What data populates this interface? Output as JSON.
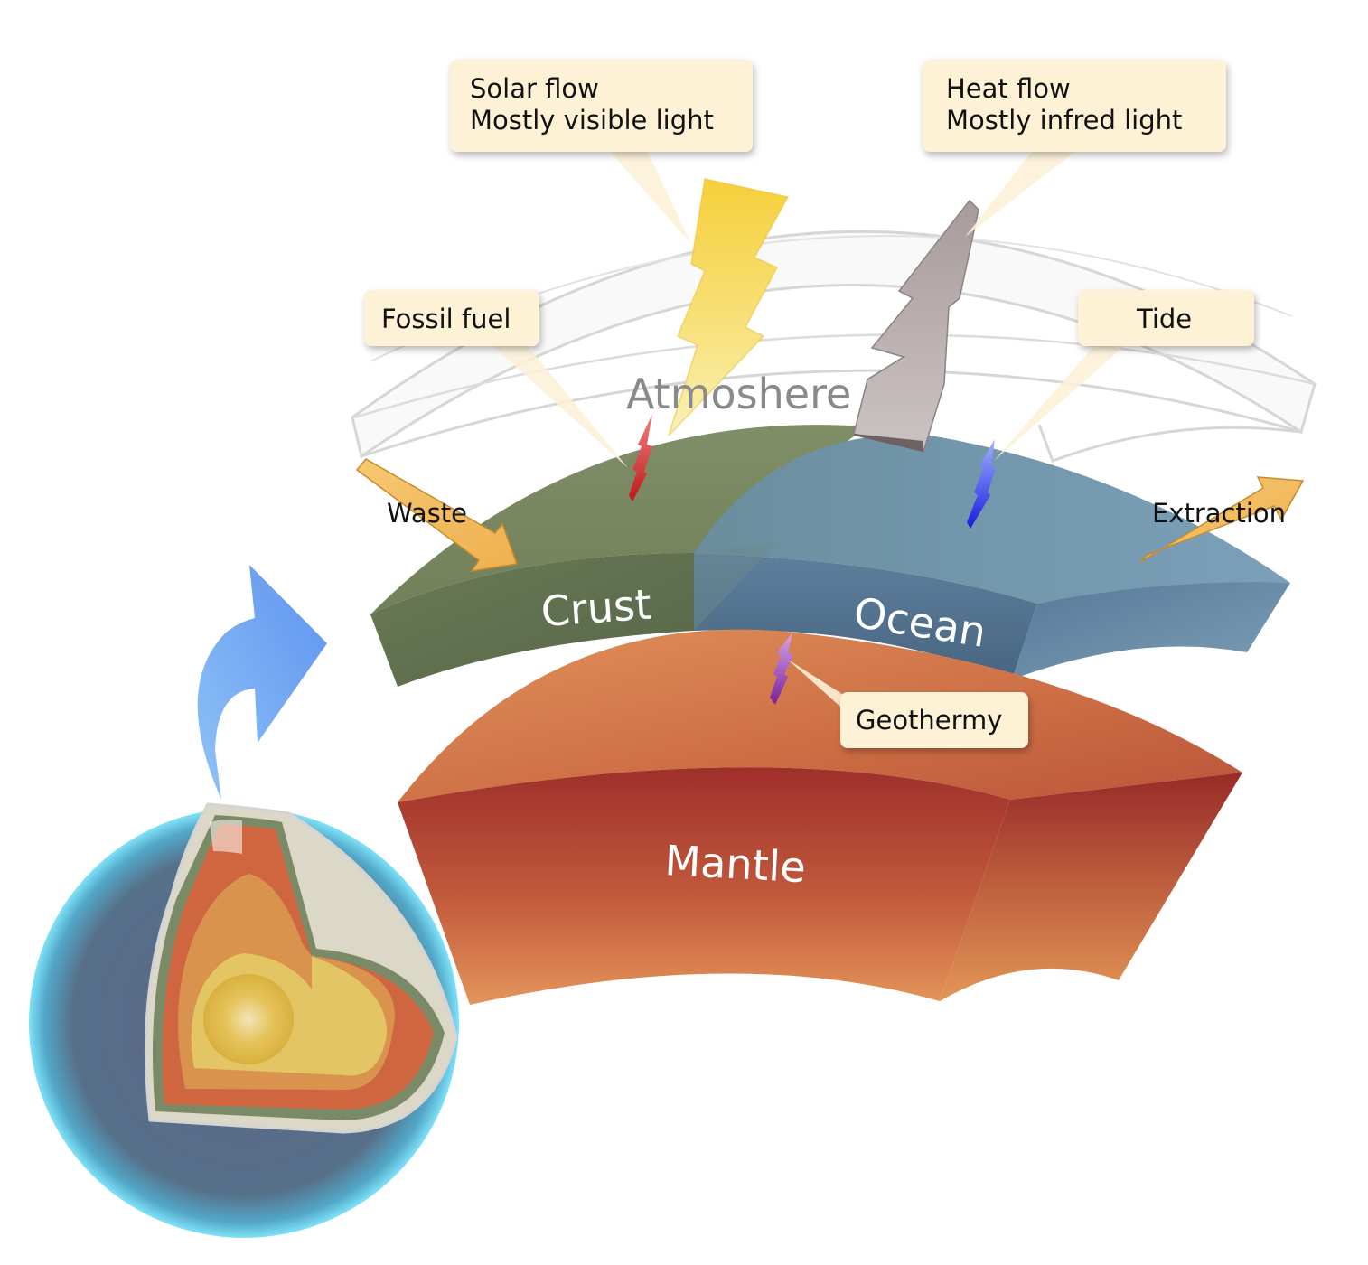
{
  "layers": {
    "atmosphere": "Atmoshere",
    "crust": "Crust",
    "ocean": "Ocean",
    "mantle": "Mantle"
  },
  "callouts": {
    "solar": {
      "line1": "Solar flow",
      "line2": "Mostly visible light"
    },
    "heat": {
      "line1": "Heat flow",
      "line2": "Mostly infred light"
    },
    "fossil": "Fossil fuel",
    "tide": "Tide",
    "geothermy": "Geothermy"
  },
  "flows": {
    "waste": "Waste",
    "extraction": "Extraction"
  },
  "colors": {
    "callout_fill": "#fdf1d6",
    "crust": "#7c8a63",
    "ocean": "#6f93ad",
    "mantle_top": "#d9834d",
    "mantle_front": "#b6452f",
    "solar_bolt": "#f5d347",
    "heat_bolt": "#b3a9a8",
    "flow_arrow": "#f2b95b",
    "earth_arrow": "#6ea4f2"
  }
}
